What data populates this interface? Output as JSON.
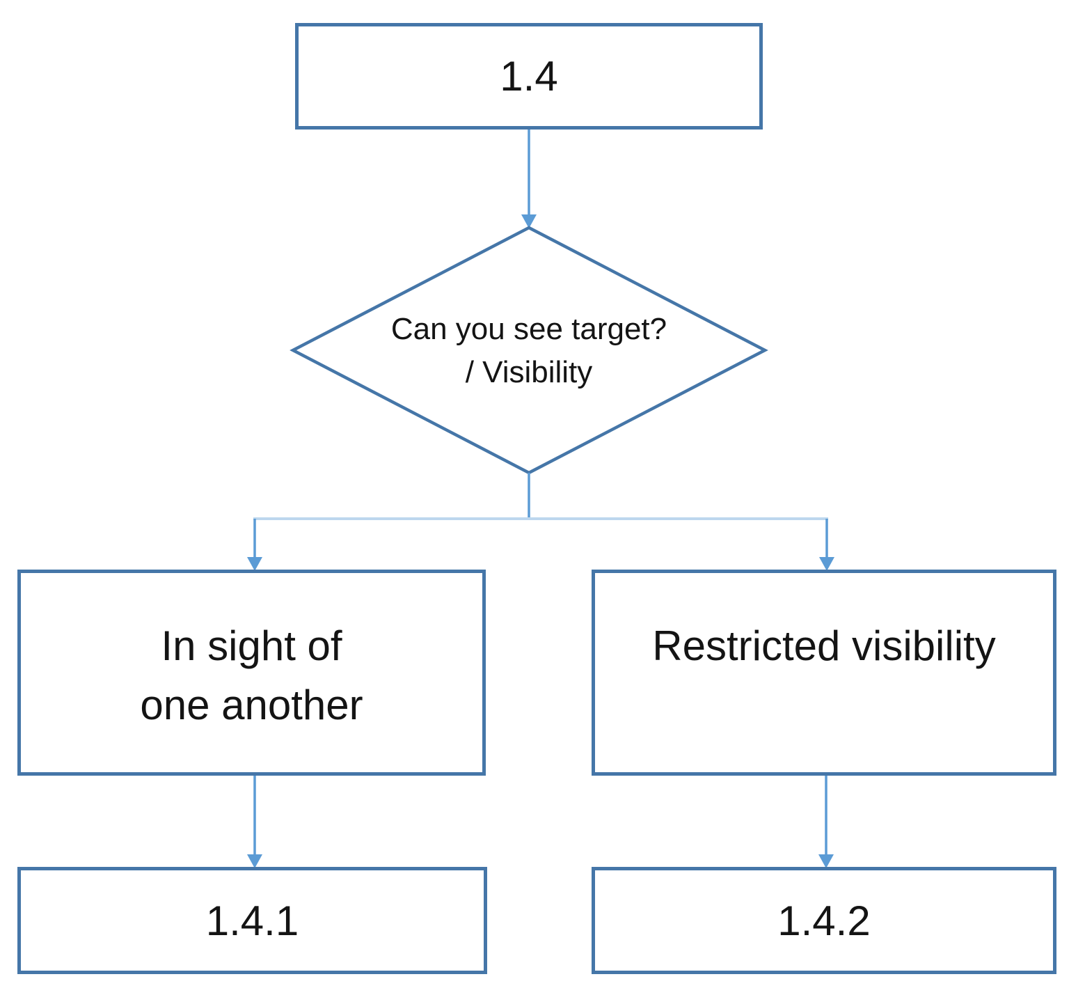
{
  "flowchart": {
    "nodes": {
      "root": {
        "label": "1.4"
      },
      "decision": {
        "line1": "Can you see target?",
        "line2": "/ Visibility"
      },
      "in_sight": {
        "line1": "In sight of",
        "line2": "one another"
      },
      "restricted": {
        "label": "Restricted visibility"
      },
      "outcome_left": {
        "label": "1.4.1"
      },
      "outcome_right": {
        "label": "1.4.2"
      }
    },
    "edges": [
      {
        "from": "root",
        "to": "decision"
      },
      {
        "from": "decision",
        "to": "in_sight"
      },
      {
        "from": "decision",
        "to": "restricted"
      },
      {
        "from": "in_sight",
        "to": "outcome_left"
      },
      {
        "from": "restricted",
        "to": "outcome_right"
      }
    ]
  },
  "colors": {
    "box_border": "#4576a8",
    "arrow": "#5b9bd5",
    "branch_line": "#bdd7ee",
    "text": "#141414",
    "background": "#ffffff"
  }
}
